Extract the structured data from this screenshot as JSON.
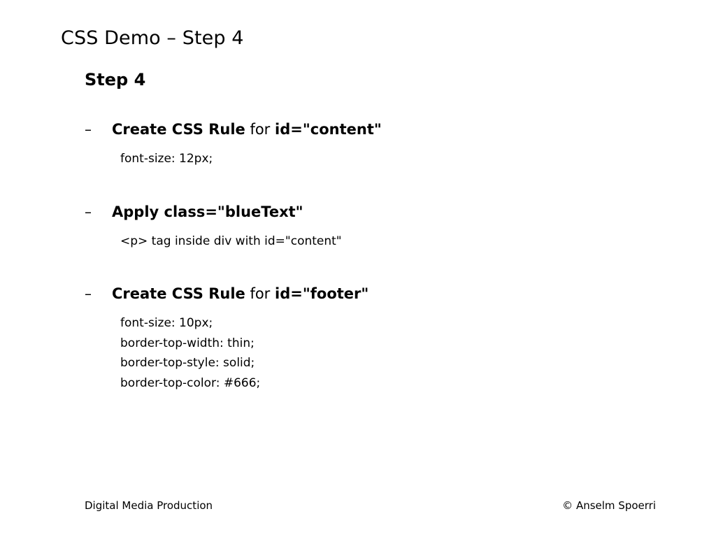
{
  "slide": {
    "title": "CSS Demo – Step 4",
    "heading": "Step 4",
    "bullet_marker": "–",
    "bullets": [
      {
        "lead_bold": "Create CSS Rule",
        "mid_regular": " for ",
        "tail_bold": "id=\"content\"",
        "sub_lines": [
          "font-size: 12px;"
        ]
      },
      {
        "lead_bold": "Apply class=\"blueText\"",
        "mid_regular": "",
        "tail_bold": "",
        "sub_lines": [
          "<p> tag inside div with id=\"content\""
        ]
      },
      {
        "lead_bold": "Create CSS Rule",
        "mid_regular": " for ",
        "tail_bold": "id=\"footer\"",
        "sub_lines": [
          "font-size: 10px;",
          "border-top-width: thin;",
          "border-top-style: solid;",
          "border-top-color: #666;"
        ]
      }
    ],
    "footer": {
      "left": "Digital Media Production",
      "right": "© Anselm Spoerri"
    },
    "colors": {
      "background": "#ffffff",
      "text": "#000000"
    }
  }
}
